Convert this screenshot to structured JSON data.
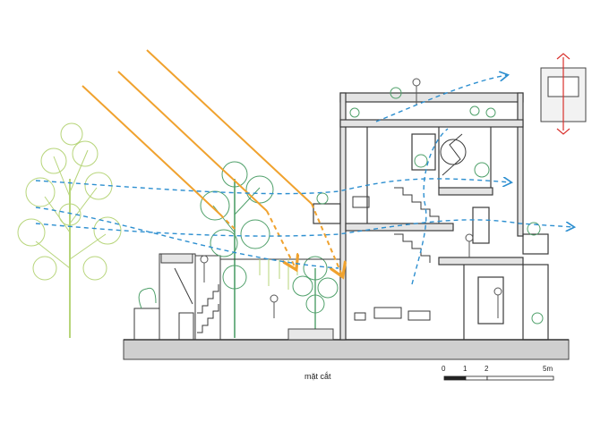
{
  "caption": "mặt cắt",
  "scale_bar": {
    "ticks": [
      "0",
      "1",
      "2",
      "5m"
    ]
  },
  "colors": {
    "sun_ray": "#F0A22E",
    "airflow": "#2D8FD0",
    "structure": "#3a3a3a",
    "ground_fill": "#cfcfcf",
    "foliage_light": "#b7d57a",
    "foliage_green": "#4fa06a",
    "section_marker": "#d9302c"
  },
  "icons": [
    "sun-ray-arrow",
    "airflow-arrow",
    "section-key-marker",
    "tree-icon",
    "person-icon",
    "stair-icon"
  ]
}
